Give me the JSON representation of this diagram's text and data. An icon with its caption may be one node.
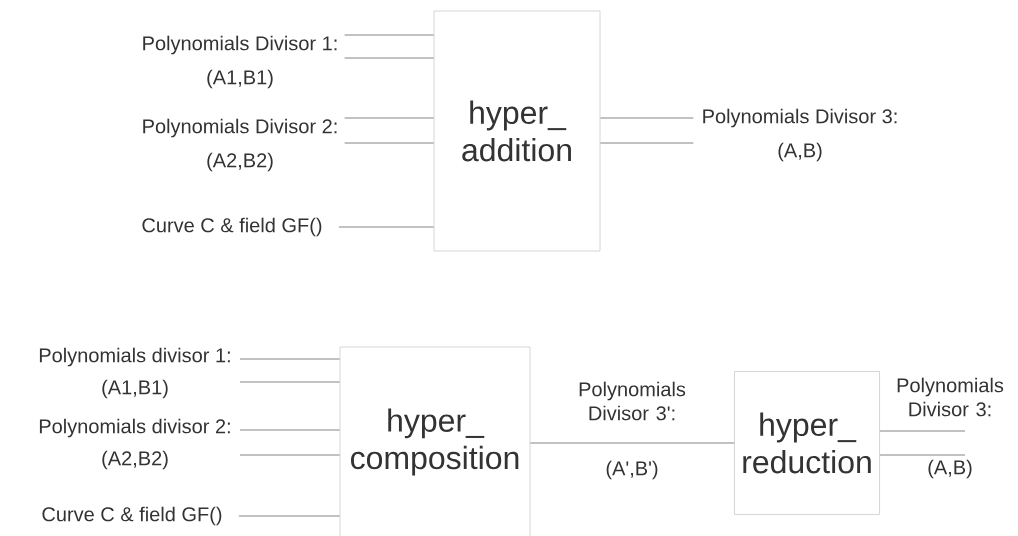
{
  "diagram": {
    "nodes": [
      {
        "text": [
          "Polynomials Divisor 1:",
          "(A1,B1)"
        ]
      },
      {
        "text": [
          "Polynomials Divisor 2:",
          "(A2,B2)"
        ]
      },
      {
        "text": [
          "Curve C & field GF()"
        ]
      },
      {
        "text": [
          "hyper_ addition"
        ]
      },
      {
        "text": [
          "Polynomials Divisor 3:",
          "(A,B)"
        ]
      },
      {
        "text": [
          "Polynomials divisor 1:",
          "(A1,B1)"
        ]
      },
      {
        "text": [
          "Polynomials divisor 2:",
          "(A2,B2)"
        ]
      },
      {
        "text": [
          "Curve C & field GF()"
        ]
      },
      {
        "text": [
          "hyper_ composition"
        ]
      },
      {
        "text": [
          "hyper_ reduction"
        ]
      },
      {
        "text": [
          "Polynomials Divisor 3:",
          "(A,B)"
        ]
      }
    ],
    "edges": [
      {
        "from": 0,
        "to": 3,
        "arrow": "none"
      },
      {
        "from": 0,
        "to": 3,
        "arrow": "none"
      },
      {
        "from": 1,
        "to": 3,
        "arrow": "none"
      },
      {
        "from": 1,
        "to": 3,
        "arrow": "none"
      },
      {
        "from": 2,
        "to": 3,
        "arrow": "none"
      },
      {
        "from": 3,
        "to": 4,
        "arrow": "none"
      },
      {
        "from": 3,
        "to": 4,
        "arrow": "none"
      },
      {
        "from": 5,
        "to": 8,
        "arrow": "none"
      },
      {
        "from": 5,
        "to": 8,
        "arrow": "none"
      },
      {
        "from": 6,
        "to": 8,
        "arrow": "none"
      },
      {
        "from": 6,
        "to": 8,
        "arrow": "none"
      },
      {
        "from": 7,
        "to": 8,
        "arrow": "none"
      },
      {
        "from": 8,
        "to": 9,
        "arrow": "none",
        "label": "Polynomials Divisor 3':"
      },
      {
        "from": 9,
        "to": 10,
        "arrow": "none"
      },
      {
        "from": 9,
        "to": 10,
        "arrow": "none"
      }
    ],
    "labels": [
      "(A',B')"
    ]
  }
}
